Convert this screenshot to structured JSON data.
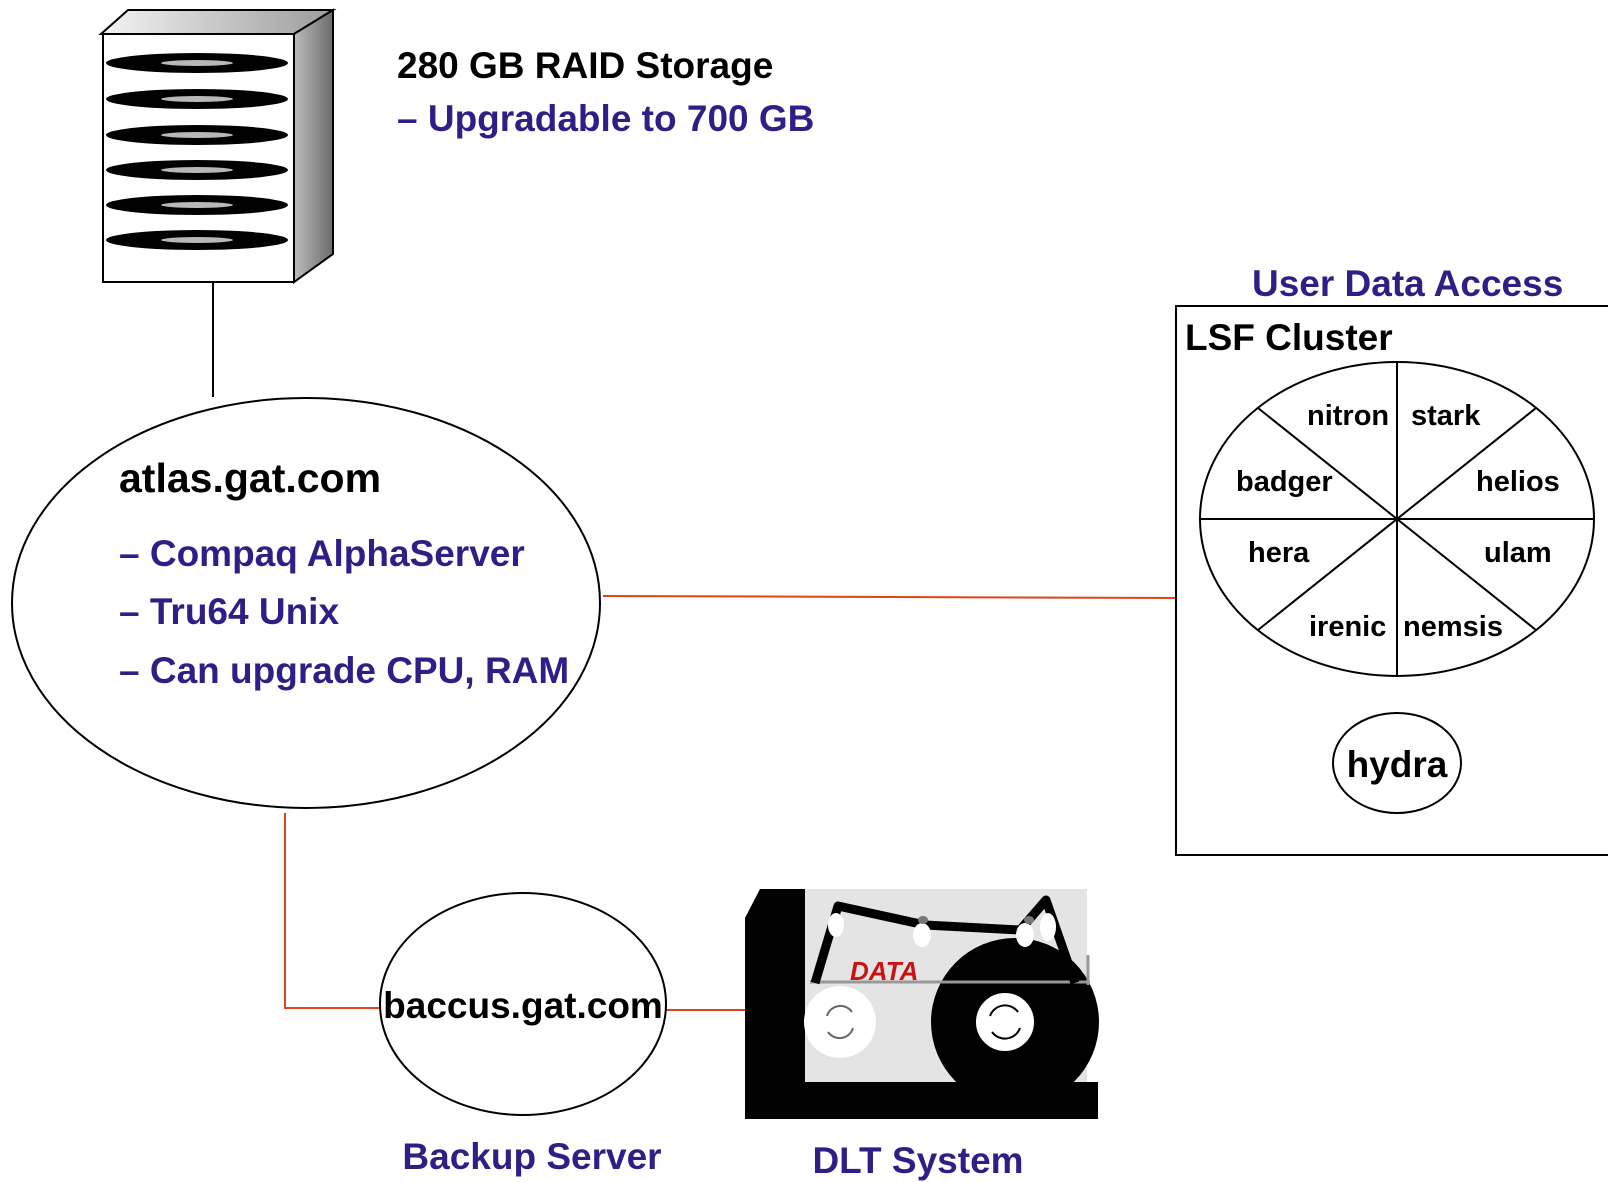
{
  "colors": {
    "navy_text": "#2e1f86",
    "black": "#000000",
    "link_orange": "#e0441c",
    "data_red": "#cc1111",
    "tape_gray": "#e4e4e4"
  },
  "storage": {
    "title": "280 GB RAID Storage",
    "subtitle": "– Upgradable to 700 GB"
  },
  "atlas": {
    "name": "atlas.gat.com",
    "bullets": [
      "– Compaq AlphaServer",
      "– Tru64 Unix",
      "– Can upgrade CPU, RAM"
    ]
  },
  "user_access": {
    "heading": "User Data Access",
    "cluster_title": "LSF Cluster",
    "nodes": [
      "nitron",
      "stark",
      "badger",
      "helios",
      "hera",
      "ulam",
      "irenic",
      "nemsis"
    ],
    "standalone": "hydra"
  },
  "backup": {
    "name": "baccus.gat.com",
    "caption": "Backup Server"
  },
  "dlt": {
    "label": "DATA",
    "caption": "DLT System"
  }
}
